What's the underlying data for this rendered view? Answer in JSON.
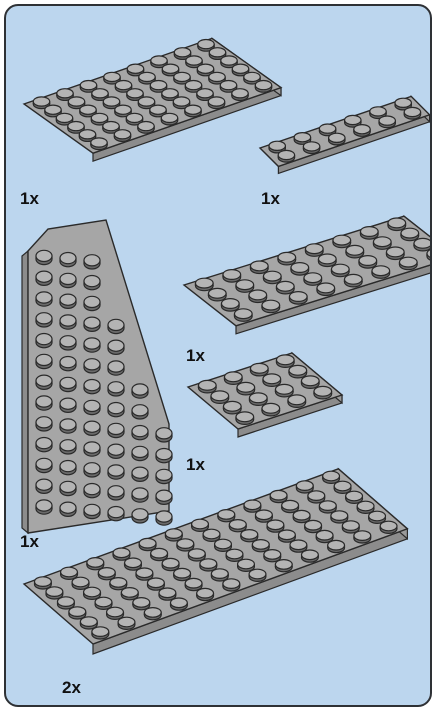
{
  "colors": {
    "background": "#bcd6ee",
    "border": "#2e3135",
    "plate_top": "#a6a6a6",
    "plate_side": "#8c8c8c",
    "stud_fill": "#b4b4b4",
    "stud_outline": "#2a2a2a"
  },
  "parts": {
    "plate_6x8": {
      "quantity": "1x"
    },
    "plate_2x6": {
      "quantity": "1x"
    },
    "plate_4x8": {
      "quantity": "1x"
    },
    "wedge_plate": {
      "quantity": "1x"
    },
    "plate_4x4": {
      "quantity": "1x"
    },
    "plate_6x12": {
      "quantity": "2x"
    }
  }
}
